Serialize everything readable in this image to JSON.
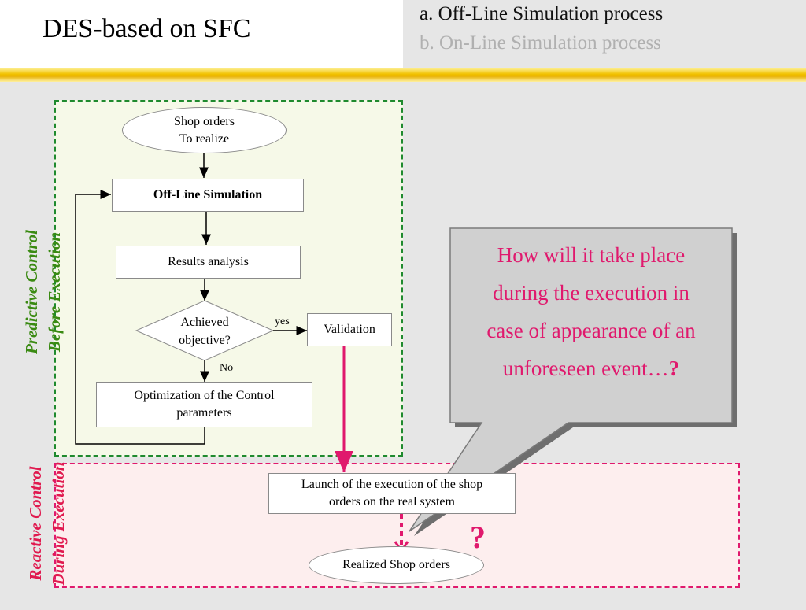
{
  "slide": {
    "title": "DES-based on SFC",
    "menu_a": "a. Off-Line Simulation process",
    "menu_b": "b. On-Line Simulation process"
  },
  "side_labels": {
    "predictive_line1": "Predictive Control",
    "predictive_line2": "Before Execution",
    "reactive_line1": "Reactive Control",
    "reactive_line2": "During Execution"
  },
  "flow": {
    "shop_orders_line1": "Shop orders",
    "shop_orders_line2": "To realize",
    "offline_simulation": "Off-Line Simulation",
    "results_analysis": "Results analysis",
    "achieved_line1": "Achieved",
    "achieved_line2": "objective?",
    "yes_label": "yes",
    "no_label": "No",
    "validation": "Validation",
    "optimization_line1": "Optimization of the Control",
    "optimization_line2": "parameters",
    "launch_line1": "Launch of the execution of the shop",
    "launch_line2": "orders on the real system",
    "realized": "Realized Shop orders"
  },
  "callout": {
    "line1": "How will it take place",
    "line2": "during the execution in",
    "line3": "case of appearance of an",
    "line4": "unforeseen event…",
    "emphasis": "?",
    "standalone_mark": "?"
  },
  "colors": {
    "accent_magenta": "#e0196d",
    "predictive_green": "#1f8a2e",
    "header_stripe": "#f2c200"
  }
}
